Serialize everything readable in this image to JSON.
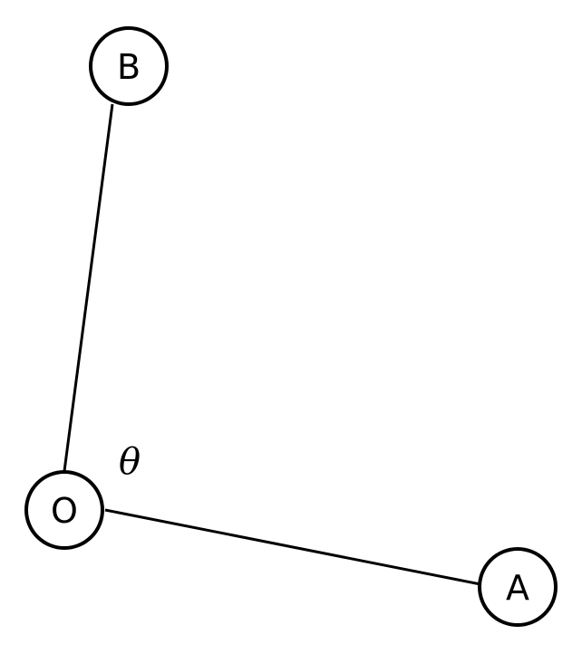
{
  "diagram": {
    "nodes": {
      "o": {
        "label": "O"
      },
      "a": {
        "label": "A"
      },
      "b": {
        "label": "B"
      }
    },
    "edges": [
      {
        "from": "O",
        "to": "B"
      },
      {
        "from": "O",
        "to": "A"
      }
    ],
    "angle": {
      "symbol": "θ",
      "between": [
        "OB",
        "OA"
      ],
      "vertex": "O"
    },
    "colors": {
      "stroke": "#000000",
      "fill": "#ffffff"
    }
  }
}
